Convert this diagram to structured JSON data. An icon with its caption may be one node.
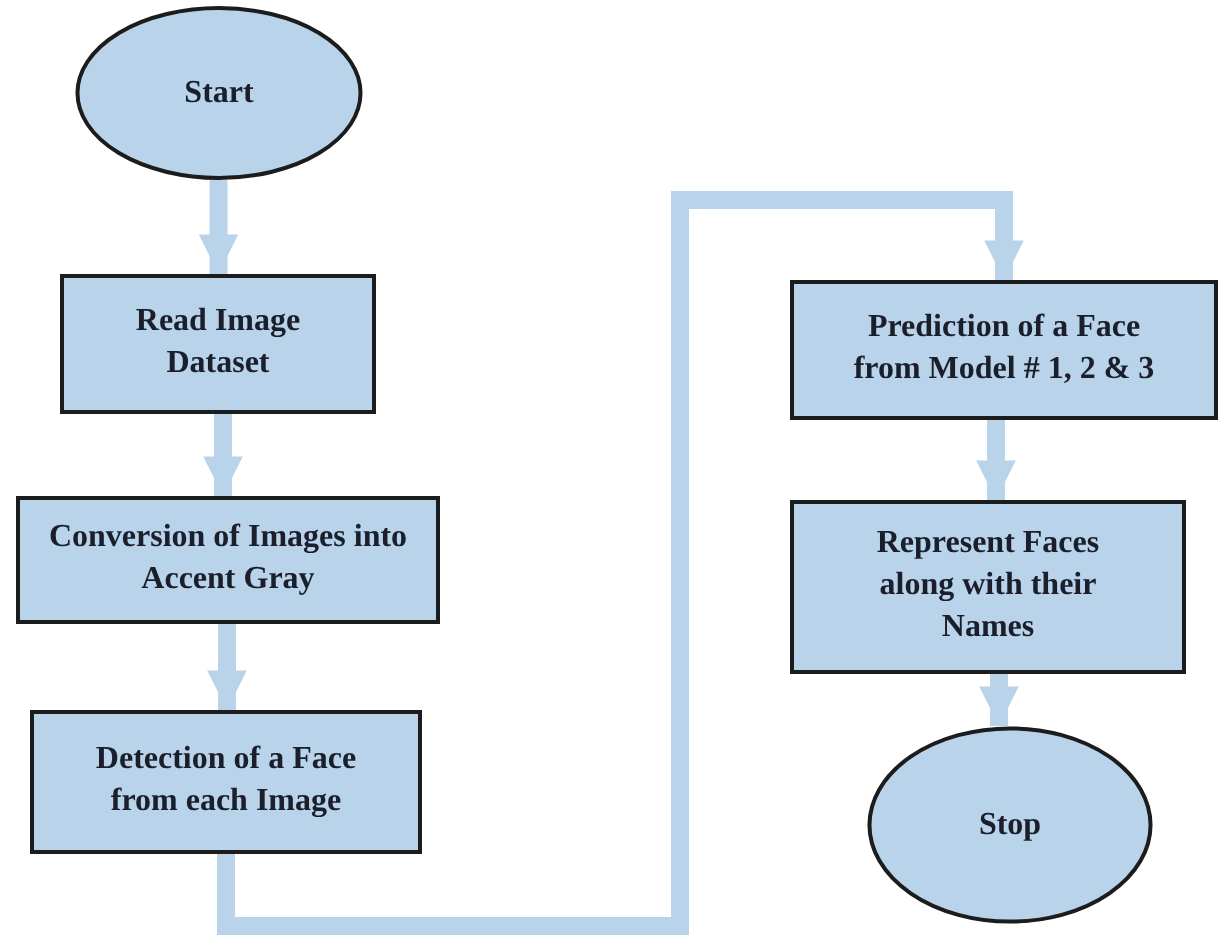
{
  "diagram": {
    "nodes": [
      {
        "text": [
          "Start"
        ]
      },
      {
        "text": [
          "Read Image Dataset"
        ]
      },
      {
        "text": [
          "Conversion of Images into Accent Gray"
        ]
      },
      {
        "text": [
          "Detection of a Face from each Image"
        ]
      },
      {
        "text": [
          "Prediction of a Face from Model # 1, 2 & 3"
        ]
      },
      {
        "text": [
          "Represent Faces along with their Names"
        ]
      },
      {
        "text": [
          "Stop"
        ]
      }
    ],
    "edges": [
      {
        "from": 0,
        "to": 1,
        "arrow": "to"
      },
      {
        "from": 1,
        "to": 2,
        "arrow": "to"
      },
      {
        "from": 2,
        "to": 3,
        "arrow": "to"
      },
      {
        "from": 3,
        "to": 4,
        "arrow": "to"
      },
      {
        "from": 4,
        "to": 5,
        "arrow": "to"
      },
      {
        "from": 5,
        "to": 6,
        "arrow": "to"
      }
    ]
  }
}
